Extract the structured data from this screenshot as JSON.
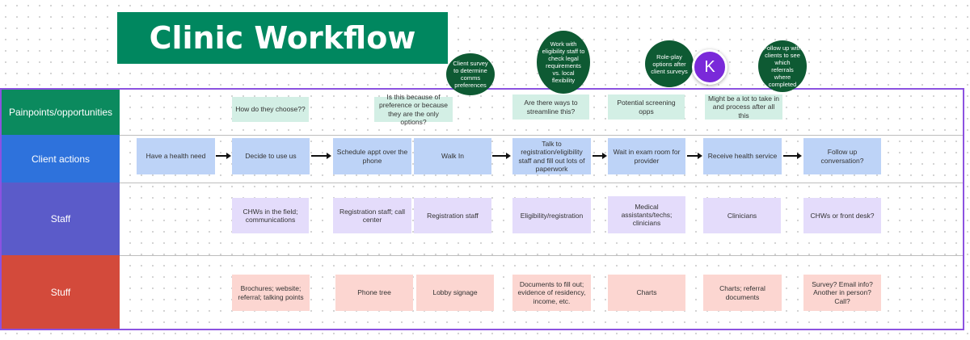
{
  "title": "Clinic Workflow",
  "lanes": {
    "painpoints": "Painpoints/opportunities",
    "client_actions": "Client actions",
    "staff": "Staff",
    "stuff": "Stuff"
  },
  "colors": {
    "painpoints": "#0b8a5e",
    "client_actions": "#2e72dc",
    "staff": "#5b5bc9",
    "stuff": "#d34a3b",
    "title_bg": "#00875f",
    "frame": "#8c52e0"
  },
  "painpoints": [
    "How do they choose??",
    "Is this because of preference or because they are the only options?",
    "Are there ways to streamline this?",
    "Potential screening opps",
    "Might be a lot to take in and process after all this"
  ],
  "client_actions": [
    "Have a health need",
    "Decide to use us",
    "Schedule appt over the phone",
    "Walk In",
    "Talk to registration/eligibility staff and fill out lots of paperwork",
    "Wait in exam room for provider",
    "Receive health service",
    "Follow up conversation?"
  ],
  "staff": [
    "CHWs in the field; communications",
    "Registration staff; call center",
    "Registration staff",
    "Eligibility/registration",
    "Medical assistants/techs; clinicians",
    "Clinicians",
    "CHWs or front desk?"
  ],
  "stuff": [
    "Brochures; website; referral; talking points",
    "Phone tree",
    "Lobby signage",
    "Documents to fill out; evidence of residency, income, etc.",
    "Charts",
    "Charts; referral documents",
    "Survey? Email info? Another in person? Call?"
  ],
  "bubbles": [
    "Client survey to determine comms preferences",
    "Work with eligibility staff to check legal requirements vs. local flexibility",
    "Role-play options after client surveys",
    "Follow up with clients to see which referrals where completed"
  ],
  "avatar_initial": "K"
}
